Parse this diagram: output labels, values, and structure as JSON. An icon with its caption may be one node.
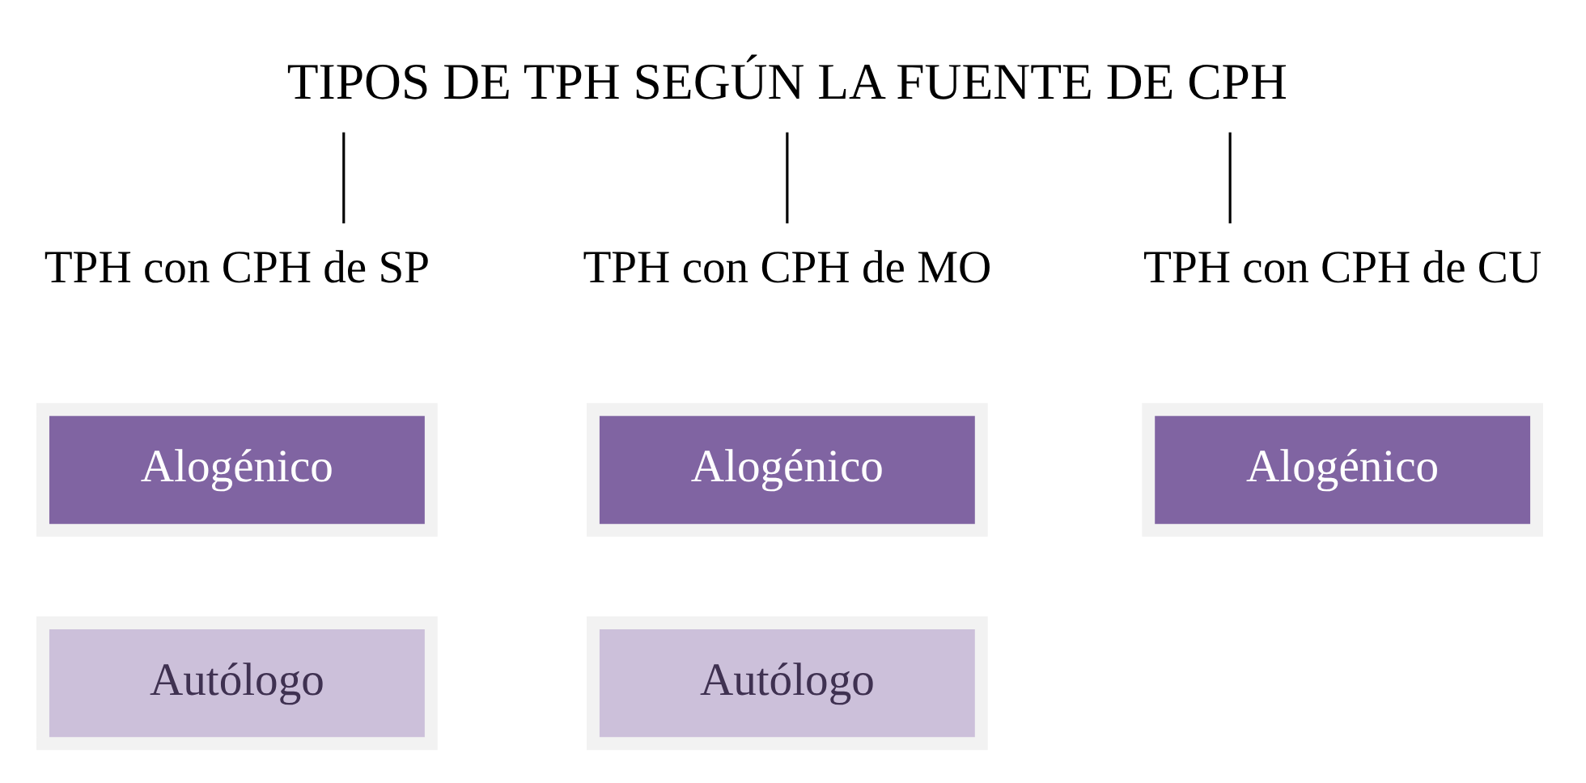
{
  "diagram": {
    "nodes": [
      {
        "text": [
          "TIPOS DE TPH SEGÚN LA FUENTE DE CPH"
        ]
      },
      {
        "text": [
          "TPH con CPH de SP"
        ]
      },
      {
        "text": [
          "TPH con CPH de MO"
        ]
      },
      {
        "text": [
          "TPH con CPH de CU"
        ]
      },
      {
        "text": [
          "Alogénico"
        ]
      },
      {
        "text": [
          "Alogénico"
        ]
      },
      {
        "text": [
          "Alogénico"
        ]
      },
      {
        "text": [
          "Autólogo"
        ]
      },
      {
        "text": [
          "Autólogo"
        ]
      }
    ],
    "edges": [
      {
        "from": 0,
        "to": 1,
        "arrow": "none"
      },
      {
        "from": 0,
        "to": 2,
        "arrow": "none"
      },
      {
        "from": 0,
        "to": 3,
        "arrow": "none"
      }
    ]
  }
}
